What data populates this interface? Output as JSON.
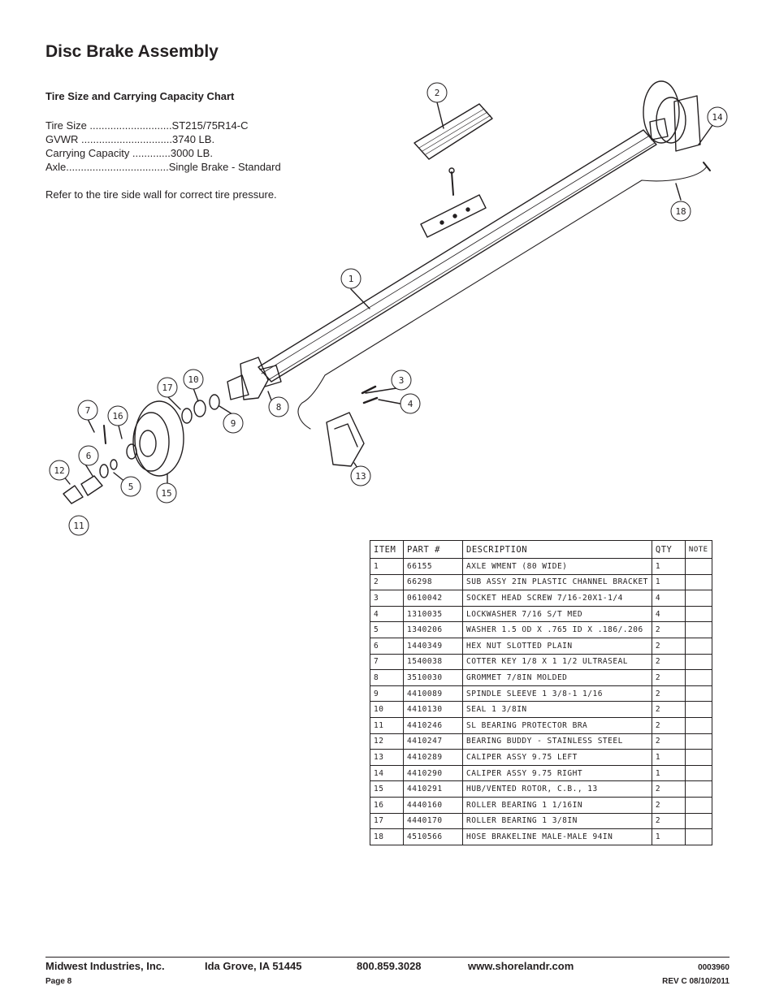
{
  "header": {
    "title": "Disc Brake Assembly"
  },
  "specs": {
    "heading": "Tire Size and Carrying Capacity Chart",
    "rows": [
      "Tire Size ............................ST215/75R14-C",
      "GVWR ...............................3740 LB.",
      "Carrying Capacity .............3000 LB.",
      "Axle...................................Single Brake - Standard"
    ],
    "note": "Refer to the tire side wall for correct tire pressure."
  },
  "callouts": [
    "1",
    "2",
    "3",
    "4",
    "5",
    "6",
    "7",
    "8",
    "9",
    "10",
    "11",
    "12",
    "13",
    "14",
    "15",
    "16",
    "17",
    "18"
  ],
  "parts_table": {
    "headers": [
      "ITEM",
      "PART #",
      "DESCRIPTION",
      "QTY",
      "NOTE"
    ],
    "rows": [
      [
        "1",
        "66155",
        "AXLE WMENT (80 WIDE)",
        "1",
        ""
      ],
      [
        "2",
        "66298",
        "SUB ASSY 2IN PLASTIC CHANNEL BRACKET",
        "1",
        ""
      ],
      [
        "3",
        "0610042",
        "SOCKET HEAD SCREW 7/16-20X1-1/4",
        "4",
        ""
      ],
      [
        "4",
        "1310035",
        "LOCKWASHER 7/16 S/T MED",
        "4",
        ""
      ],
      [
        "5",
        "1340206",
        "WASHER 1.5 OD X .765 ID X .186/.206",
        "2",
        ""
      ],
      [
        "6",
        "1440349",
        "HEX NUT SLOTTED PLAIN",
        "2",
        ""
      ],
      [
        "7",
        "1540038",
        "COTTER KEY 1/8 X 1 1/2 ULTRASEAL",
        "2",
        ""
      ],
      [
        "8",
        "3510030",
        "GROMMET  7/8IN MOLDED",
        "2",
        ""
      ],
      [
        "9",
        "4410089",
        "SPINDLE SLEEVE  1 3/8-1 1/16",
        "2",
        ""
      ],
      [
        "10",
        "4410130",
        "SEAL  1 3/8IN",
        "2",
        ""
      ],
      [
        "11",
        "4410246",
        "SL BEARING PROTECTOR BRA",
        "2",
        ""
      ],
      [
        "12",
        "4410247",
        "BEARING BUDDY - STAINLESS STEEL",
        "2",
        ""
      ],
      [
        "13",
        "4410289",
        "CALIPER ASSY 9.75 LEFT",
        "1",
        ""
      ],
      [
        "14",
        "4410290",
        "CALIPER ASSY 9.75 RIGHT",
        "1",
        ""
      ],
      [
        "15",
        "4410291",
        "HUB/VENTED ROTOR, C.B.,  13",
        "2",
        ""
      ],
      [
        "16",
        "4440160",
        "ROLLER BEARING   1 1/16IN",
        "2",
        ""
      ],
      [
        "17",
        "4440170",
        "ROLLER BEARING   1 3/8IN",
        "2",
        ""
      ],
      [
        "18",
        "4510566",
        "HOSE BRAKELINE MALE-MALE 94IN",
        "1",
        ""
      ]
    ]
  },
  "footer": {
    "company": "Midwest Industries, Inc.",
    "city": "Ida Grove, IA  51445",
    "phone": "800.859.3028",
    "website": "www.shorelandr.com",
    "doc_number": "0003960",
    "page": "Page 8",
    "revision": "REV C  08/10/2011"
  }
}
